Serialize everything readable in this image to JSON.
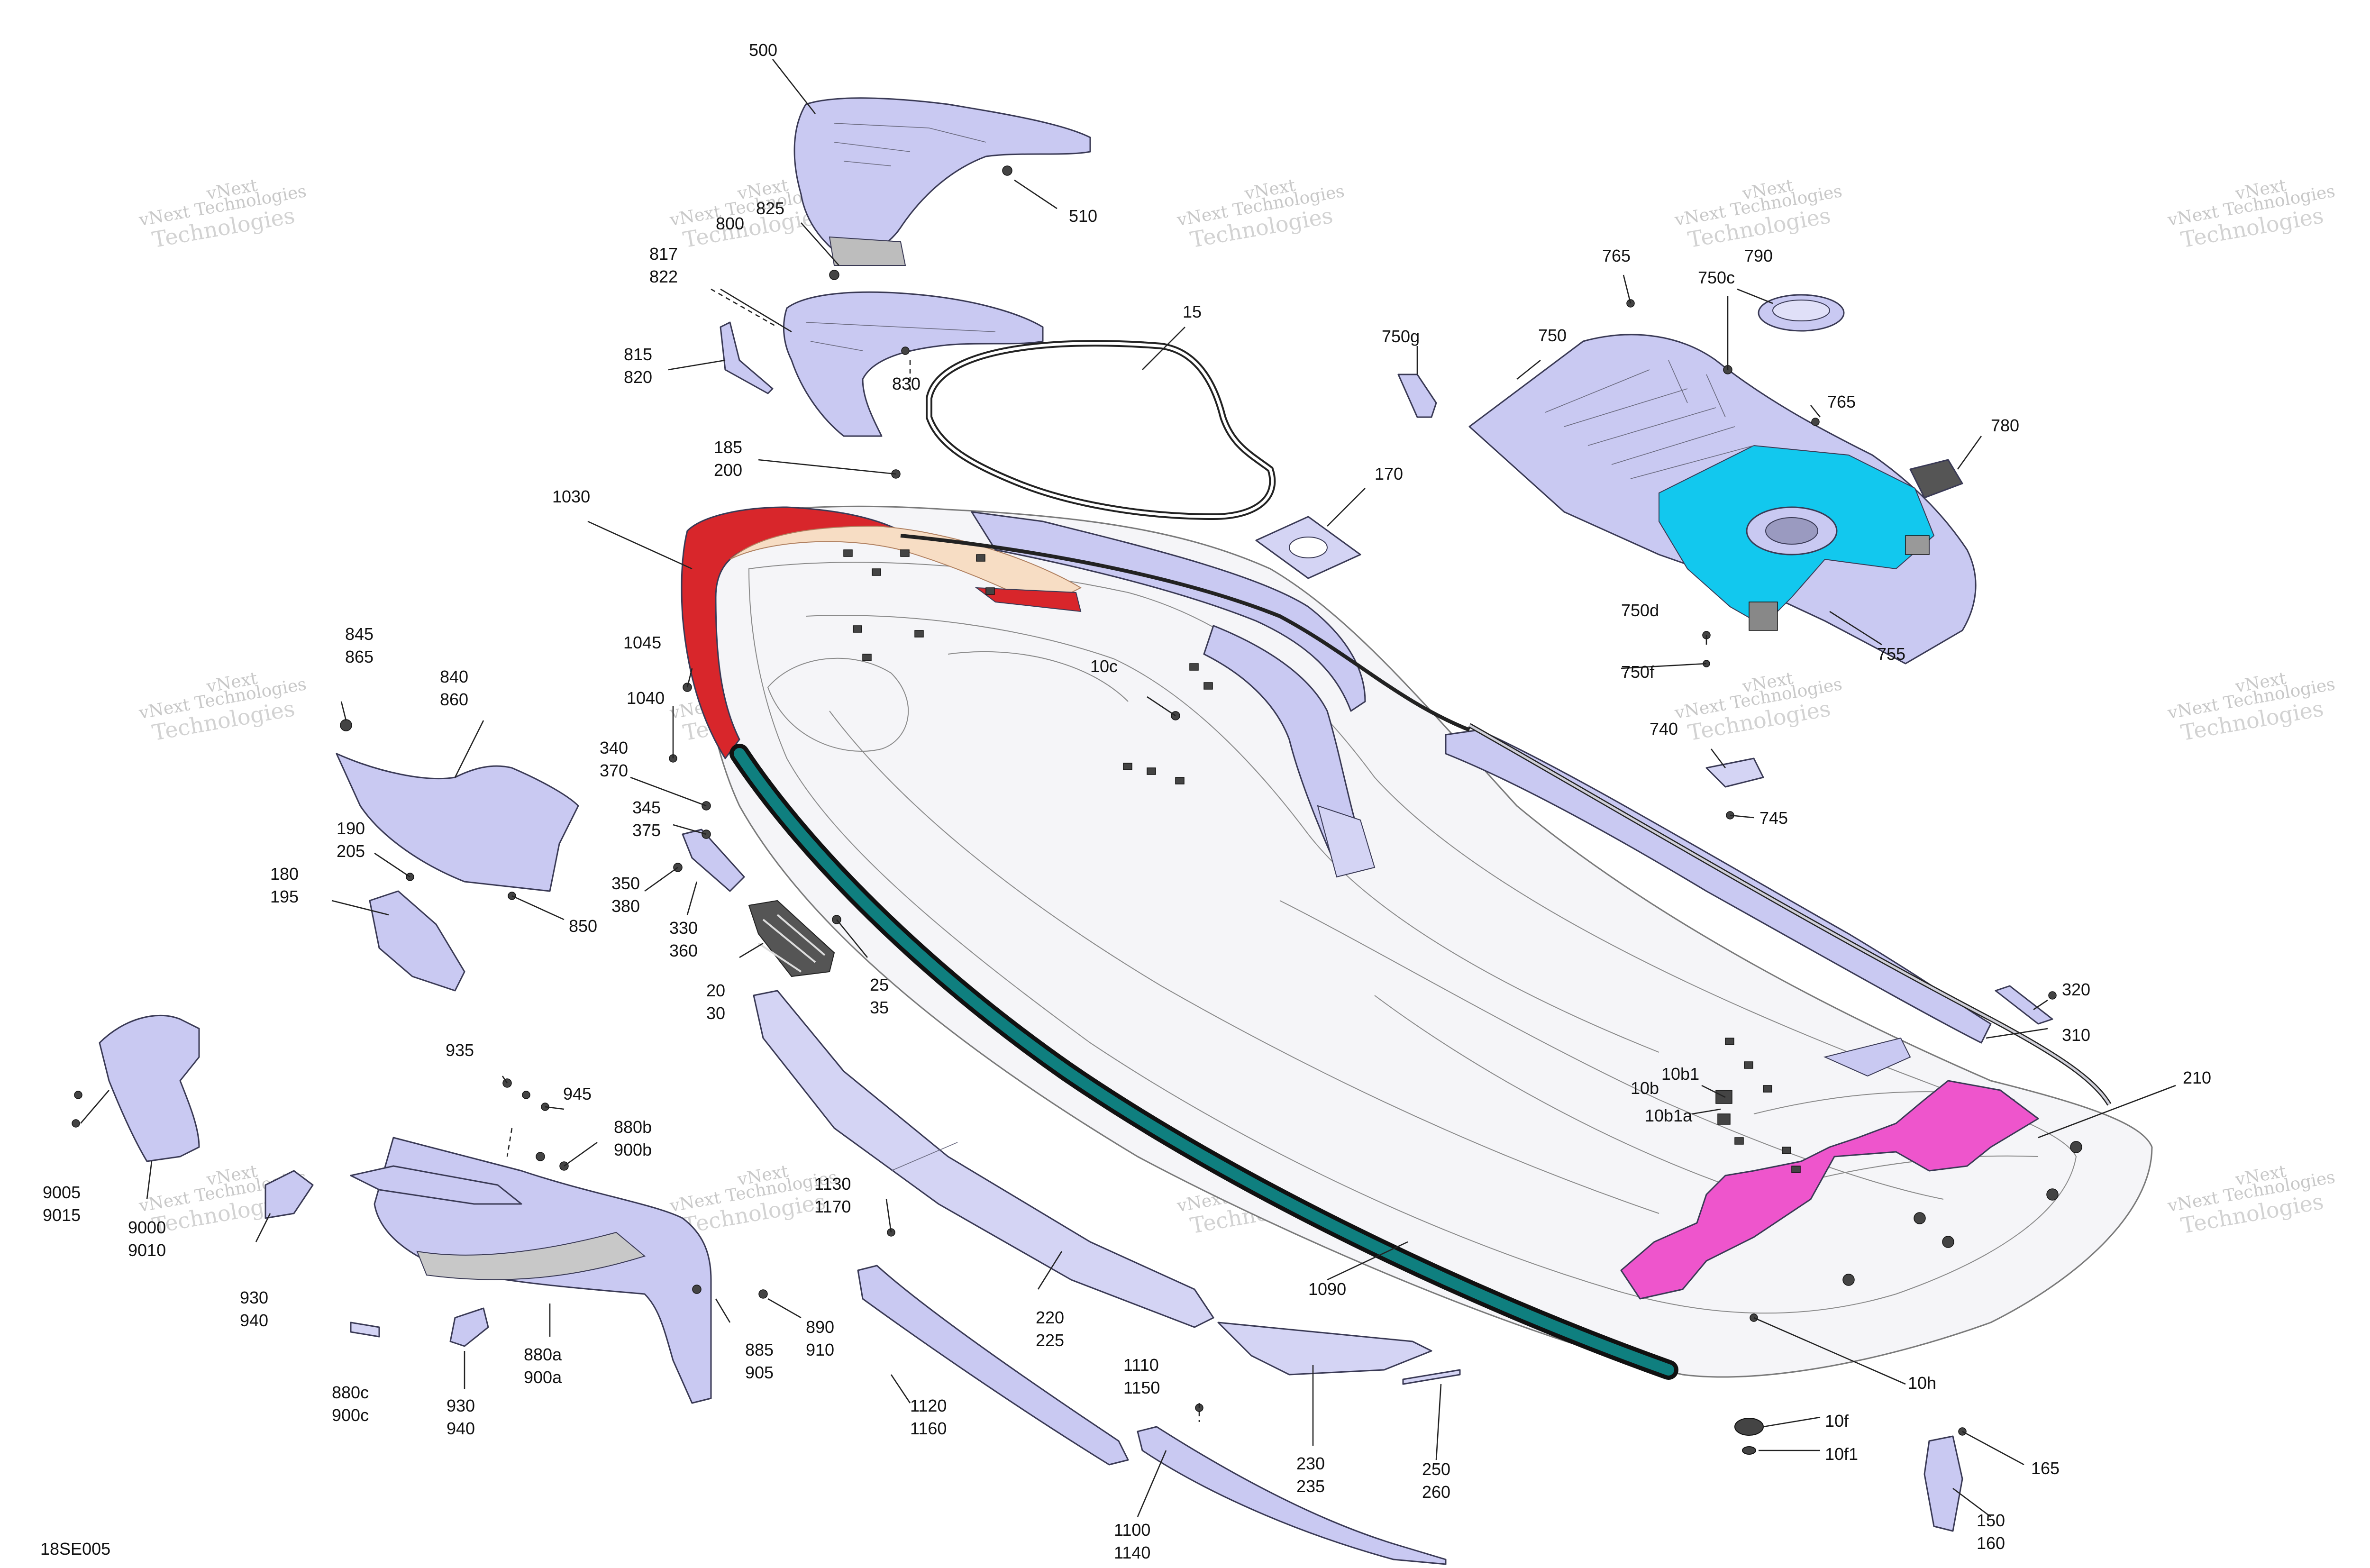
{
  "diagram_code": "18SE005",
  "watermark_text": [
    "vNext",
    "Technologies",
    "vNext Technologies"
  ],
  "colors": {
    "panel": "#c9c9f2",
    "pad": "#d4d4f4",
    "bumper_red": "#d8262b",
    "rub_rail": "#0f7f7f",
    "deck_blue": "#12c8ee",
    "mat_pink": "#ee55cc"
  },
  "labels": {
    "l500": "500",
    "l510": "510",
    "l825": "825",
    "l800": "800",
    "l817": "817",
    "l822": "822",
    "l815": "815",
    "l820": "820",
    "l830": "830",
    "l15": "15",
    "l185": "185",
    "l200": "200",
    "l170": "170",
    "l1030": "1030",
    "l765a": "765",
    "l790": "790",
    "l750c": "750c",
    "l750g": "750g",
    "l750": "750",
    "l765b": "765",
    "l780": "780",
    "l750d": "750d",
    "l755": "755",
    "l750f": "750f",
    "l845": "845",
    "l865": "865",
    "l840": "840",
    "l860": "860",
    "l1045": "1045",
    "l1040": "1040",
    "l10c": "10c",
    "l740": "740",
    "l745": "745",
    "l340": "340",
    "l370": "370",
    "l345": "345",
    "l375": "375",
    "l190": "190",
    "l205": "205",
    "l350": "350",
    "l380": "380",
    "l180": "180",
    "l195": "195",
    "l850": "850",
    "l330": "330",
    "l360": "360",
    "l20": "20",
    "l30": "30",
    "l25": "25",
    "l35": "35",
    "l320": "320",
    "l310": "310",
    "l935": "935",
    "l945": "945",
    "l880b": "880b",
    "l900b": "900b",
    "l10b1": "10b1",
    "l10b": "10b",
    "l10b1a": "10b1a",
    "l210": "210",
    "l9005": "9005",
    "l9015": "9015",
    "l9000": "9000",
    "l9010": "9010",
    "l1130": "1130",
    "l1170": "1170",
    "l930a": "930",
    "l940a": "940",
    "l220": "220",
    "l225": "225",
    "l1090": "1090",
    "l890": "890",
    "l910": "910",
    "l885": "885",
    "l905": "905",
    "l880a": "880a",
    "l900a": "900a",
    "l880c": "880c",
    "l900c": "900c",
    "l930b": "930",
    "l940b": "940",
    "l1120": "1120",
    "l1160": "1160",
    "l1110": "1110",
    "l1150": "1150",
    "l10h": "10h",
    "l10f": "10f",
    "l10f1": "10f1",
    "l165": "165",
    "l230": "230",
    "l235": "235",
    "l250": "250",
    "l260": "260",
    "l150": "150",
    "l160": "160",
    "l1100": "1100",
    "l1140": "1140"
  }
}
